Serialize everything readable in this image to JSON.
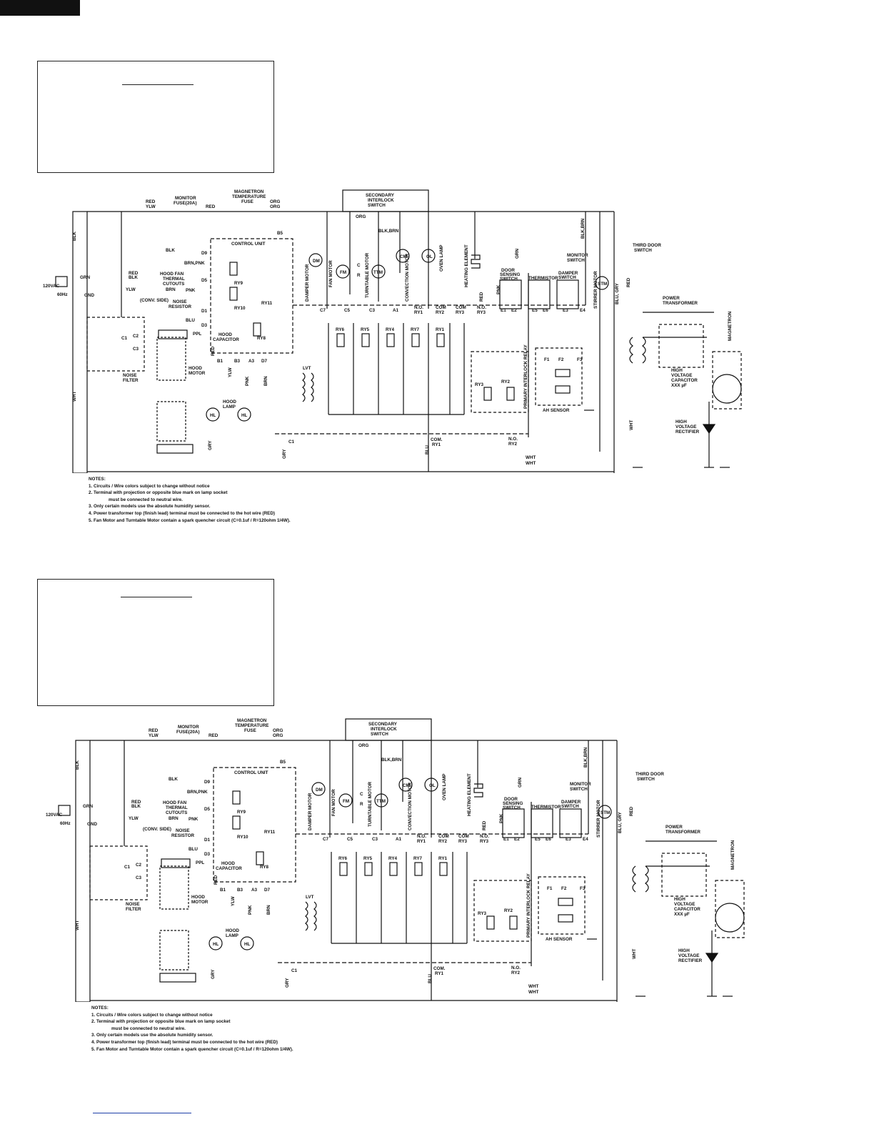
{
  "diagram": {
    "power": {
      "voltage": "120VAC",
      "freq": "60Hz",
      "grn": "GRN",
      "gnd": "GND"
    },
    "wires": {
      "blk": "BLK",
      "wht": "WHT",
      "red": "RED",
      "ylw": "YLW",
      "org": "ORG",
      "grn": "GRN",
      "ppl": "PPL",
      "pnk": "PNK",
      "blu": "BLU",
      "brn": "BRN",
      "gry": "GRY",
      "blk_brn": "BLK,BRN",
      "brn_pnk": "BRN,PNK",
      "blu_gry": "BLU, GRY"
    },
    "components": {
      "monitor_fuse": [
        "MONITOR",
        "FUSE(20A)"
      ],
      "magnetron_temp_fuse": [
        "MAGNETRON",
        "TEMPERATURE",
        "FUSE"
      ],
      "secondary_interlock": [
        "SECONDARY",
        "INTERLOCK",
        "SWITCH"
      ],
      "control_unit": "CONTROL UNIT",
      "hood_fan_thermal_cutouts": [
        "HOOD FAN",
        "THERMAL",
        "CUTOUTS"
      ],
      "noise_resistor": [
        "NOISE",
        "RESISTOR"
      ],
      "conv_side": "(CONV. SIDE)",
      "hood_capacitor": [
        "HOOD",
        "CAPACITOR"
      ],
      "hood_motor": [
        "HOOD",
        "MOTOR"
      ],
      "hood_lamp": [
        "HOOD",
        "LAMP"
      ],
      "noise_filter": [
        "NOISE",
        "FILTER"
      ],
      "damper_motor": "DAMPER MOTOR",
      "fan_motor": "FAN MOTOR",
      "turntable_motor": "TURNTABLE MOTOR",
      "convection_motor": "CONVECTION MOTOR",
      "oven_lamp": "OVEN LAMP",
      "heating_element": "HEATING ELEMENT",
      "door_sensing_switch": [
        "DOOR",
        "SENSING",
        "SWITCH"
      ],
      "thermistor": "THERMISTOR",
      "damper_switch": [
        "DAMPER",
        "SWITCH"
      ],
      "monitor_switch": [
        "MONITOR",
        "SWITCH"
      ],
      "stirrer_motor": "STIRRER MOTOR",
      "third_door_switch": [
        "THIRD DOOR",
        "SWITCH"
      ],
      "power_transformer": [
        "POWER",
        "TRANSFORMER"
      ],
      "magnetron": "MAGNETRON",
      "hv_capacitor": [
        "HIGH",
        "VOLTAGE",
        "CAPACITOR",
        "XXX µF"
      ],
      "hv_rectifier": [
        "HIGH",
        "VOLTAGE",
        "RECTIFIER"
      ],
      "primary_interlock_relay": "PRIMARY INTERLOCK RELAY",
      "ah_sensor": "AH SENSOR",
      "lvt": "LVT",
      "motor_symbols": [
        "DM",
        "FM",
        "TTM",
        "CM",
        "OL",
        "STM",
        "HL",
        "HL"
      ]
    },
    "relays": [
      "RY9",
      "RY10",
      "RY11",
      "RY8",
      "RY6",
      "RY5",
      "RY4",
      "RY7",
      "RY1",
      "RY3",
      "RY2"
    ],
    "terminals": {
      "left": [
        "D9",
        "D5",
        "D1",
        "D3"
      ],
      "hood": [
        "B1",
        "B3",
        "A3",
        "D7"
      ],
      "top": [
        "C7",
        "C5",
        "C3",
        "A1"
      ],
      "no_ry1": [
        "N.O.",
        "RY1"
      ],
      "com_ry2": [
        "COM",
        "RY2"
      ],
      "com_ry3": [
        "COM",
        "RY3"
      ],
      "no_ry3": [
        "N.O.",
        "RY3"
      ],
      "e": [
        "E1",
        "E2",
        "E5",
        "E6",
        "E3",
        "E4"
      ],
      "f": [
        "F1",
        "F2",
        "F3"
      ],
      "b5": "B5",
      "c1": "C1",
      "com_ry1": [
        "COM.",
        "RY1"
      ],
      "no_ry2": [
        "N.O.",
        "RY2"
      ],
      "c_r": [
        "C",
        "R"
      ],
      "filter_caps": [
        "C1",
        "C2",
        "C3"
      ]
    }
  },
  "notes": {
    "title": "NOTES:",
    "lines": [
      "1. Circuits / Wire colors subject to change without notice",
      "2. Terminal with projection or opposite blue mark on lamp socket",
      "must be connected to neutral wire.",
      "3. Only certain models use the absolute humidity sensor.",
      "4. Power transformer top (finish lead) terminal must be connected to the hot wire (RED)",
      "5. Fan Motor and Turntable Motor contain a spark quencher circuit (C=0.1uf / R=120ohm 1/4W)."
    ]
  }
}
